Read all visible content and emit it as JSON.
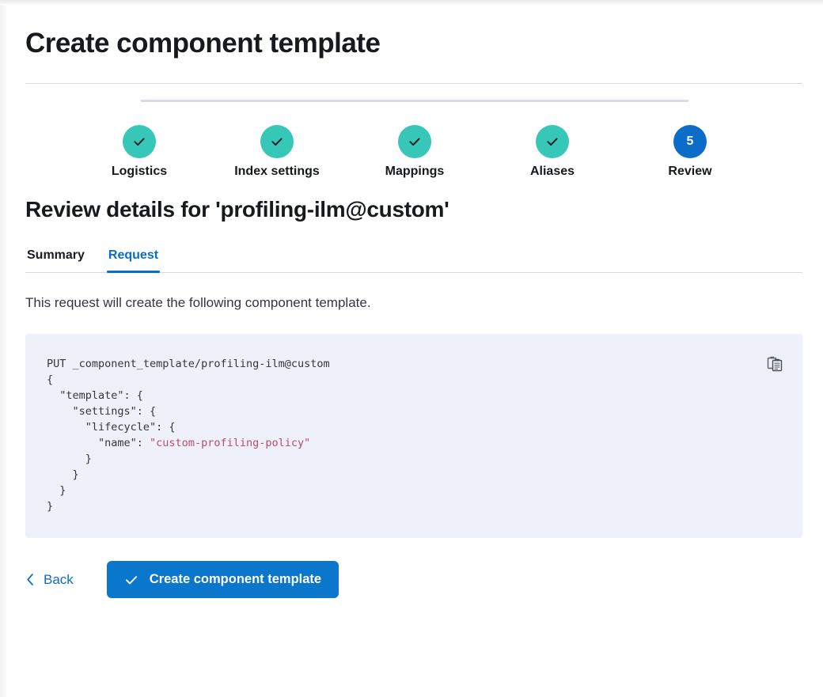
{
  "page": {
    "title": "Create component template"
  },
  "steps": {
    "items": [
      {
        "label": "Logistics",
        "state": "complete",
        "indicator": "check"
      },
      {
        "label": "Index settings",
        "state": "complete",
        "indicator": "check"
      },
      {
        "label": "Mappings",
        "state": "complete",
        "indicator": "check"
      },
      {
        "label": "Aliases",
        "state": "complete",
        "indicator": "check"
      },
      {
        "label": "Review",
        "state": "current",
        "indicator": "5"
      }
    ],
    "complete_color": "#37c7b8",
    "current_color": "#0b6dc7",
    "connector_color": "#d9dce4"
  },
  "review": {
    "heading": "Review details for 'profiling-ilm@custom'",
    "tabs": [
      {
        "label": "Summary",
        "active": false
      },
      {
        "label": "Request",
        "active": true
      }
    ],
    "active_tab_color": "#0b6dc7",
    "lead": "This request will create the following component template."
  },
  "code": {
    "copy_icon": "copy-to-clipboard-icon",
    "request_line": "PUT _component_template/profiling-ilm@custom",
    "lines": [
      "{",
      "  \"template\": {",
      "    \"settings\": {",
      "      \"lifecycle\": {",
      "        \"name\": \"custom-profiling-policy\"",
      "      }",
      "    }",
      "  }",
      "}"
    ],
    "body": "PUT _component_template/profiling-ilm@custom\n{\n  \"template\": {\n    \"settings\": {\n      \"lifecycle\": {\n        \"name\": \"custom-profiling-policy\"\n      }\n    }\n  }\n}",
    "highlight": {
      "string_value": "\"custom-profiling-policy\"",
      "string_color": "#bd4a6f",
      "key_color": "#343741",
      "background": "#eef1f9"
    }
  },
  "footer": {
    "back_label": "Back",
    "submit_label": "Create component template",
    "submit_color": "#0b77cc"
  }
}
